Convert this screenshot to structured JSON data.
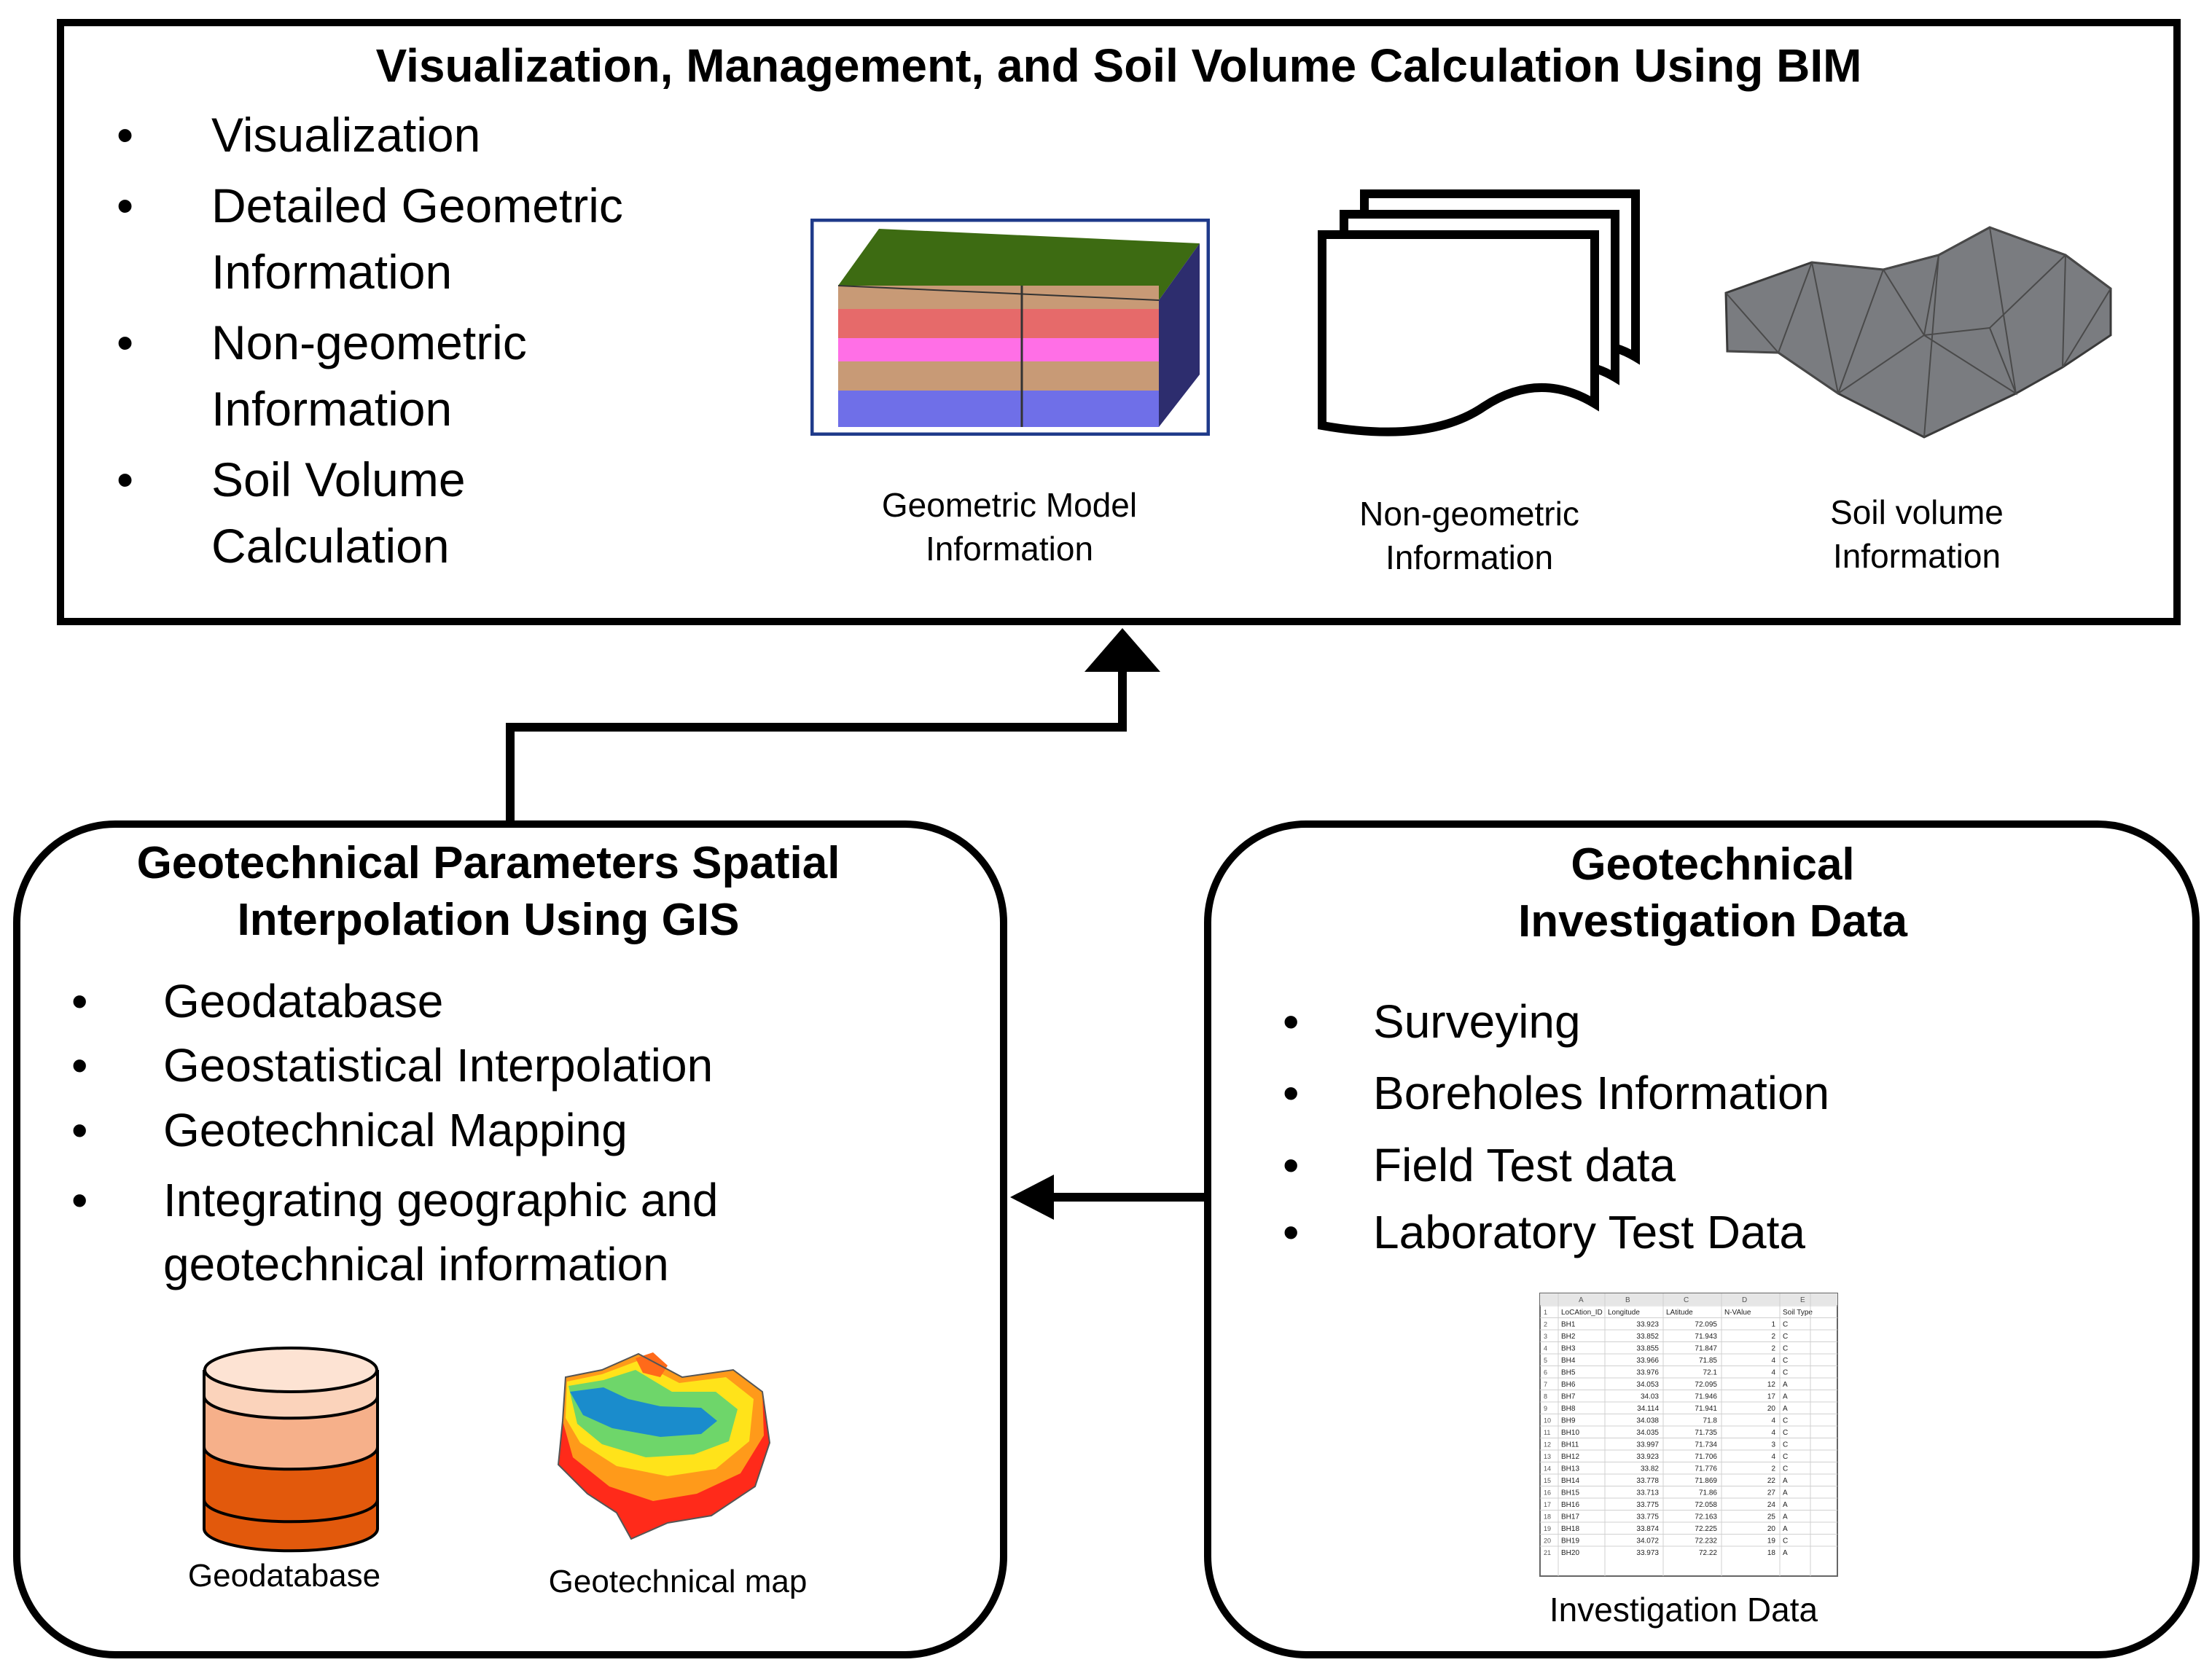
{
  "bim": {
    "title": "Visualization, Management, and Soil Volume Calculation Using BIM",
    "items": [
      "Visualization",
      "Detailed Geometric Information",
      "Non-geometric Information",
      "Soil Volume Calculation"
    ],
    "captions": {
      "geometric_model": "Geometric Model Information",
      "non_geometric": "Non-geometric Information",
      "soil_volume": "Soil volume Information"
    }
  },
  "gis": {
    "title": "Geotechnical Parameters Spatial Interpolation Using GIS",
    "items": [
      "Geodatabase",
      "Geostatistical Interpolation",
      "Geotechnical Mapping",
      "Integrating geographic and geotechnical information"
    ],
    "captions": {
      "geodatabase": "Geodatabase",
      "geotechnical_map": "Geotechnical map"
    }
  },
  "investigation": {
    "title": "Geotechnical Investigation Data",
    "items": [
      "Surveying",
      "Boreholes Information",
      "Field Test data",
      "Laboratory Test Data"
    ],
    "caption": "Investigation Data",
    "table": {
      "columns": [
        "LoCAtion_ID",
        "Longitude",
        "LAtitude",
        "N-VAlue",
        "Soil Type"
      ],
      "rows": [
        [
          "BH1",
          "33.923",
          "72.095",
          "1",
          "C"
        ],
        [
          "BH2",
          "33.852",
          "71.943",
          "2",
          "C"
        ],
        [
          "BH3",
          "33.855",
          "71.847",
          "2",
          "C"
        ],
        [
          "BH4",
          "33.966",
          "71.85",
          "4",
          "C"
        ],
        [
          "BH5",
          "33.976",
          "72.1",
          "4",
          "C"
        ],
        [
          "BH6",
          "34.053",
          "72.095",
          "12",
          "A"
        ],
        [
          "BH7",
          "34.03",
          "71.946",
          "17",
          "A"
        ],
        [
          "BH8",
          "34.114",
          "71.941",
          "20",
          "A"
        ],
        [
          "BH9",
          "34.038",
          "71.8",
          "4",
          "C"
        ],
        [
          "BH10",
          "34.035",
          "71.735",
          "4",
          "C"
        ],
        [
          "BH11",
          "33.997",
          "71.734",
          "3",
          "C"
        ],
        [
          "BH12",
          "33.923",
          "71.706",
          "4",
          "C"
        ],
        [
          "BH13",
          "33.82",
          "71.776",
          "2",
          "C"
        ],
        [
          "BH14",
          "33.778",
          "71.869",
          "22",
          "A"
        ],
        [
          "BH15",
          "33.713",
          "71.86",
          "27",
          "A"
        ],
        [
          "BH16",
          "33.775",
          "72.058",
          "24",
          "A"
        ],
        [
          "BH17",
          "33.775",
          "72.163",
          "25",
          "A"
        ],
        [
          "BH18",
          "33.874",
          "72.225",
          "20",
          "A"
        ],
        [
          "BH19",
          "34.072",
          "72.232",
          "19",
          "C"
        ],
        [
          "BH20",
          "33.973",
          "72.22",
          "18",
          "A"
        ]
      ]
    }
  }
}
